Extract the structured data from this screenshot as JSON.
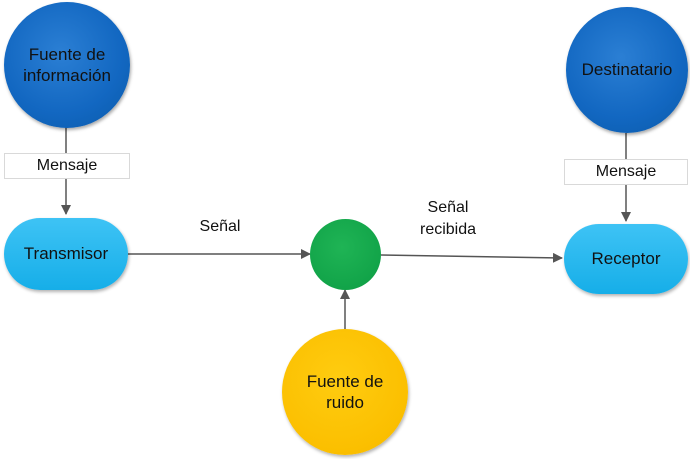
{
  "nodes": {
    "fuente_informacion": "Fuente de información",
    "destinatario": "Destinatario",
    "transmisor": "Transmisor",
    "receptor": "Receptor",
    "fuente_ruido": "Fuente de ruido"
  },
  "labels": {
    "mensaje_left": "Mensaje",
    "mensaje_right": "Mensaje",
    "senal": "Señal",
    "senal_recibida": "Señal recibida"
  },
  "colors": {
    "source_nodes": "#1267c1",
    "process_nodes": "#1db4ee",
    "noise_node": "#fbbf00",
    "channel_node": "#12a449",
    "arrows": "#555555"
  }
}
